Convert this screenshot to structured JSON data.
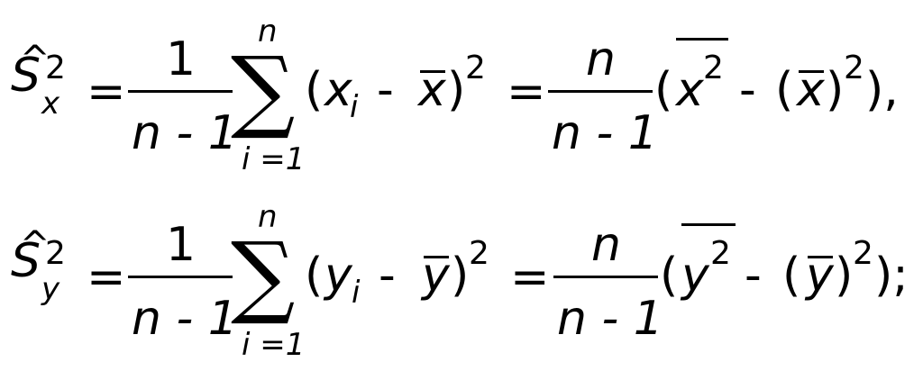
{
  "equations": [
    {
      "variable": "x",
      "punct": ","
    },
    {
      "variable": "y",
      "punct": ";"
    }
  ],
  "symbols": {
    "S": "S",
    "hat": "^",
    "two": "2",
    "eq": "=",
    "one": "1",
    "n": "n",
    "n_minus_1": "n - 1",
    "sigma": "∑",
    "i_eq_1": "i =1",
    "open": "(",
    "close": ")",
    "minus": "-",
    "i": "i",
    "close_paren_punct_x": "),",
    "close_paren_punct_y": ");"
  }
}
